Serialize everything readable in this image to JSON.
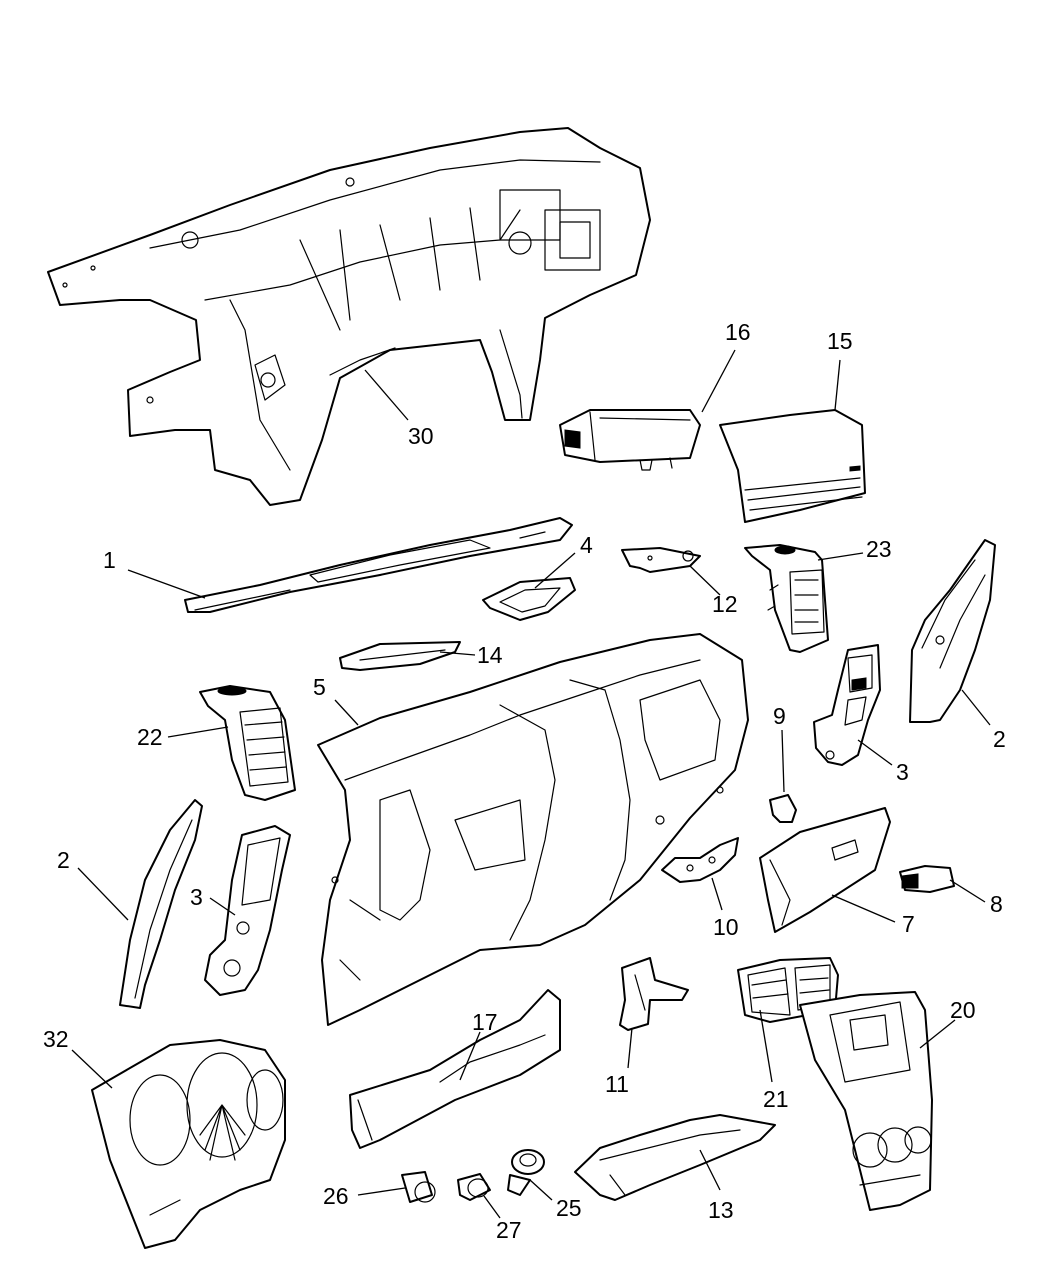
{
  "diagram": {
    "colors": {
      "line": "#000000",
      "background": "#ffffff"
    },
    "callouts": {
      "c1": "1",
      "c2_left": "2",
      "c2_right": "2",
      "c3_left": "3",
      "c3_right": "3",
      "c4": "4",
      "c5": "5",
      "c7": "7",
      "c8": "8",
      "c9": "9",
      "c10": "10",
      "c11": "11",
      "c12": "12",
      "c13": "13",
      "c14": "14",
      "c15": "15",
      "c16": "16",
      "c17": "17",
      "c20": "20",
      "c21": "21",
      "c22": "22",
      "c23": "23",
      "c25": "25",
      "c26": "26",
      "c27": "27",
      "c30": "30",
      "c32": "32"
    }
  }
}
